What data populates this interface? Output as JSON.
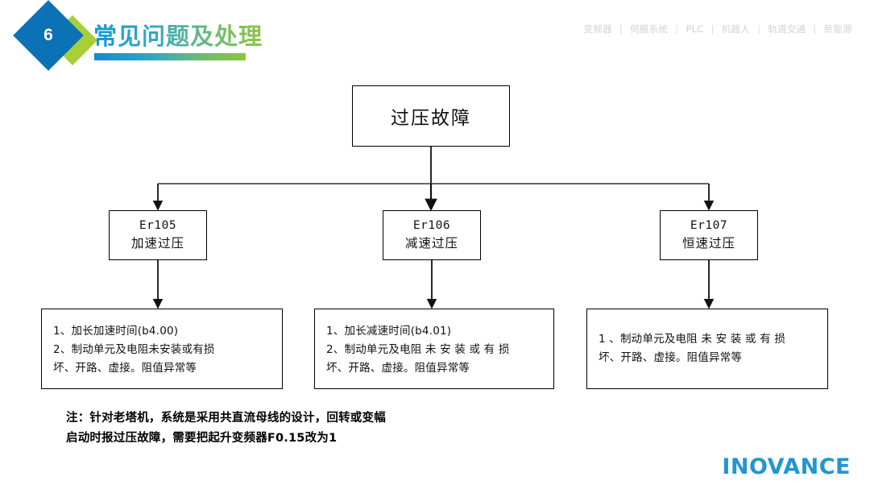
{
  "header": {
    "badge_number": "6",
    "title": "常见问题及处理",
    "nav_items": [
      "变频器",
      "伺服系统",
      "PLC",
      "机器人",
      "轨道交通",
      "新能源"
    ],
    "nav_separator": "|",
    "colors": {
      "badge_blue": "#0b72b5",
      "badge_green": "#a8cf38",
      "title_gradient_start": "#1597d6",
      "title_gradient_end": "#8cc63f"
    }
  },
  "flowchart": {
    "type": "tree-diagram",
    "root": {
      "label": "过压故障"
    },
    "branches": [
      {
        "code": "Er105",
        "name": "加速过压",
        "remedy_lines": [
          "1、加长加速时间(b4.00)",
          "2、制动单元及电阻未安装或有损",
          "坏、开路、虚接。阻值异常等"
        ]
      },
      {
        "code": "Er106",
        "name": "减速过压",
        "remedy_lines": [
          "1、加长减速时间(b4.01)",
          "2、制动单元及电阻 未 安 装 或 有 损",
          "坏、开路、虚接。阻值异常等"
        ]
      },
      {
        "code": "Er107",
        "name": "恒速过压",
        "remedy_lines": [
          "1 、制动单元及电阻 未 安 装 或 有 损",
          "坏、开路、虚接。阻值异常等"
        ]
      }
    ]
  },
  "footnote": {
    "line1": "注：针对老塔机，系统是采用共直流母线的设计，回转或变幅",
    "line2": "启动时报过压故障，需要把起升变频器F0.15改为1"
  },
  "footer": {
    "logo_text": "INOVANCE",
    "logo_color": "#2196d3"
  }
}
